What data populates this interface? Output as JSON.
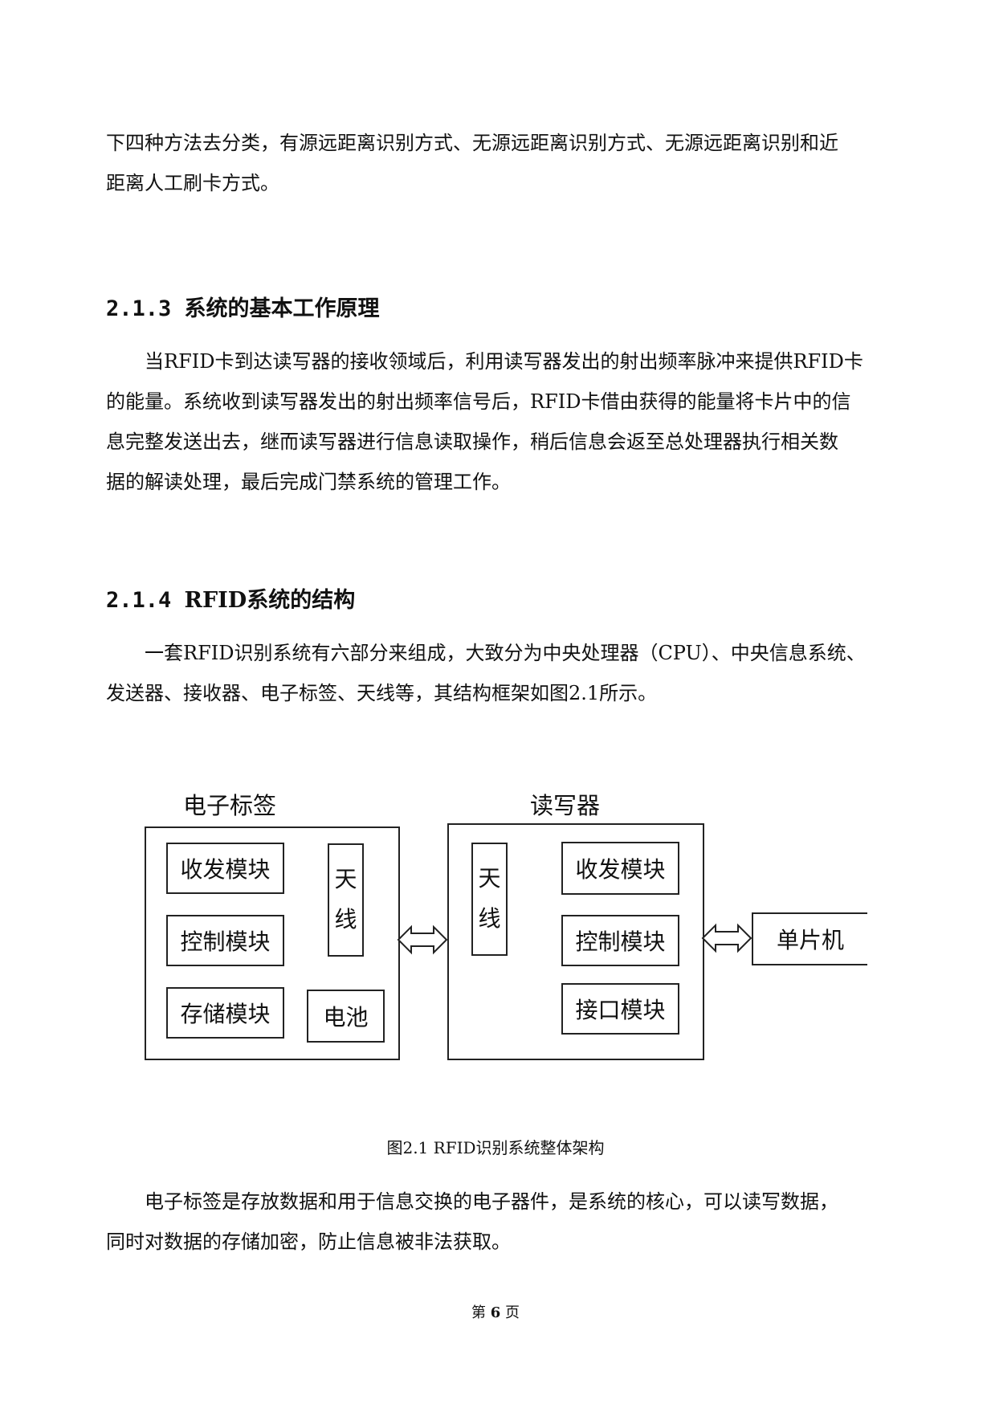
{
  "para1": {
    "line1": "下四种方法去分类，有源远距离识别方式、无源远距离识别方式、无源远距离识别和近",
    "line2": "距离人工刷卡方式。"
  },
  "section_213": {
    "number": "2.1.3",
    "title": "系统的基本工作原理"
  },
  "para2": {
    "line1": "当RFID卡到达读写器的接收领域后，利用读写器发出的射出频率脉冲来提供RFID卡",
    "line2": "的能量。系统收到读写器发出的射出频率信号后，RFID卡借由获得的能量将卡片中的信",
    "line3": "息完整发送出去，继而读写器进行信息读取操作，稍后信息会返至总处理器执行相关数",
    "line4": "据的解读处理，最后完成门禁系统的管理工作。"
  },
  "section_214": {
    "number": "2.1.4",
    "title": "RFID系统的结构"
  },
  "para3": {
    "line1": "一套RFID识别系统有六部分来组成，大致分为中央处理器（CPU）、中央信息系统、",
    "line2": "发送器、接收器、电子标签、天线等，其结构框架如图2.1所示。"
  },
  "figure": {
    "tag_label": "电子标签",
    "tag_modules": [
      "收发模块",
      "控制模块",
      "存储模块"
    ],
    "tag_antenna": [
      "天",
      "线"
    ],
    "tag_battery": "电池",
    "reader_label": "读写器",
    "reader_antenna": [
      "天",
      "线"
    ],
    "reader_modules": [
      "收发模块",
      "控制模块",
      "接口模块"
    ],
    "mcu": "单片机",
    "caption": "图2.1 RFID识别系统整体架构"
  },
  "para4": {
    "line1": "电子标签是存放数据和用于信息交换的电子器件，是系统的核心，可以读写数据，",
    "line2": "同时对数据的存储加密，防止信息被非法获取。"
  },
  "footer": {
    "prefix": "第",
    "page": "6",
    "suffix": "页"
  }
}
